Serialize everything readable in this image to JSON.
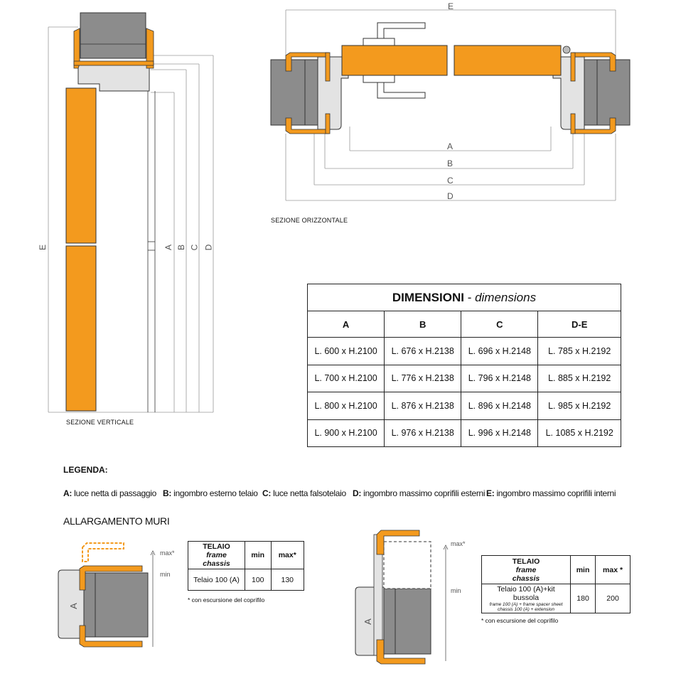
{
  "captions": {
    "vertical": "SEZIONE VERTICALE",
    "horizontal": "SEZIONE ORIZZONTALE"
  },
  "dimension_letters": {
    "a": "A",
    "b": "B",
    "c": "C",
    "d": "D",
    "e": "E"
  },
  "table": {
    "title_bold": "DIMENSIONI",
    "title_sep": " - ",
    "title_italic": "dimensions",
    "headers": [
      "A",
      "B",
      "C",
      "D-E"
    ],
    "rows": [
      [
        "L. 600 x H.2100",
        "L. 676 x H.2138",
        "L. 696 x H.2148",
        "L. 785 x H.2192"
      ],
      [
        "L. 700 x H.2100",
        "L. 776 x H.2138",
        "L. 796 x H.2148",
        "L. 885 x H.2192"
      ],
      [
        "L. 800 x H.2100",
        "L. 876 x H.2138",
        "L. 896 x H.2148",
        "L. 985 x H.2192"
      ],
      [
        "L. 900 x H.2100",
        "L. 976 x H.2138",
        "L. 996 x H.2148",
        "L. 1085 x H.2192"
      ]
    ]
  },
  "legend": {
    "title": "LEGENDA:",
    "items": [
      {
        "key": "A:",
        "text": " luce netta di passaggio"
      },
      {
        "key": "B:",
        "text": " ingombro esterno telaio"
      },
      {
        "key": "C:",
        "text": " luce netta falsotelaio"
      },
      {
        "key": "D:",
        "text": " ingombro massimo coprifili esterni"
      },
      {
        "key": "E:",
        "text": " ingombro massimo coprifili interni"
      }
    ]
  },
  "walls": {
    "title": "ALLARGAMENTO MURI",
    "max_label": "max*",
    "min_label": "min",
    "wall_letter": "A",
    "table1": {
      "h_title": "TELAIO",
      "h_sub1": "frame",
      "h_sub2": "chassis",
      "h_min": "min",
      "h_max": "max*",
      "row_label": "Telaio 100 (A)",
      "row_min": "100",
      "row_max": "130",
      "note": "* con escursione del coprifilo"
    },
    "table2": {
      "h_title": "TELAIO",
      "h_sub1": "frame",
      "h_sub2": "chassis",
      "h_min": "min",
      "h_max": "max *",
      "row_label": "Telaio 100 (A)+kit bussola",
      "row_sub1": "frame 100 (A) + frame spacer sheet",
      "row_sub2": "chassis 100 (A) + extension",
      "row_min": "180",
      "row_max": "200",
      "note": "* con escursione del coprifilo"
    }
  },
  "colors": {
    "orange": "#F39A1E",
    "wall_gray": "#8C8C8C",
    "frame_gray": "#D9D9D9",
    "line": "#333333"
  }
}
